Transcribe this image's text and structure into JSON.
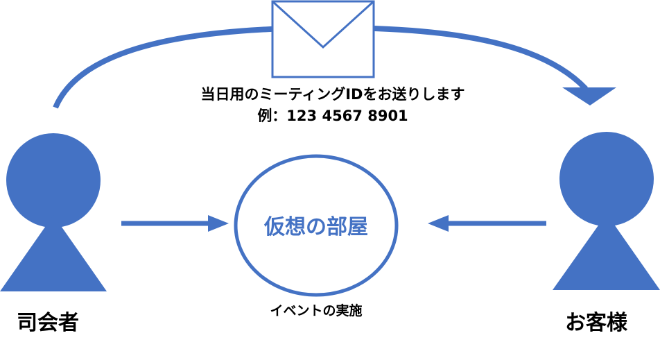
{
  "diagram": {
    "accent_color": "#4472c4",
    "message": {
      "icon": "envelope-icon",
      "line1": "当日用のミーティングIDをお送りします",
      "line2": "例：123 4567 8901"
    },
    "host": {
      "icon": "person-icon",
      "label": "司会者"
    },
    "guest": {
      "icon": "person-icon",
      "label": "お客様"
    },
    "room": {
      "title": "仮想の部屋",
      "caption": "イベントの実施"
    }
  }
}
